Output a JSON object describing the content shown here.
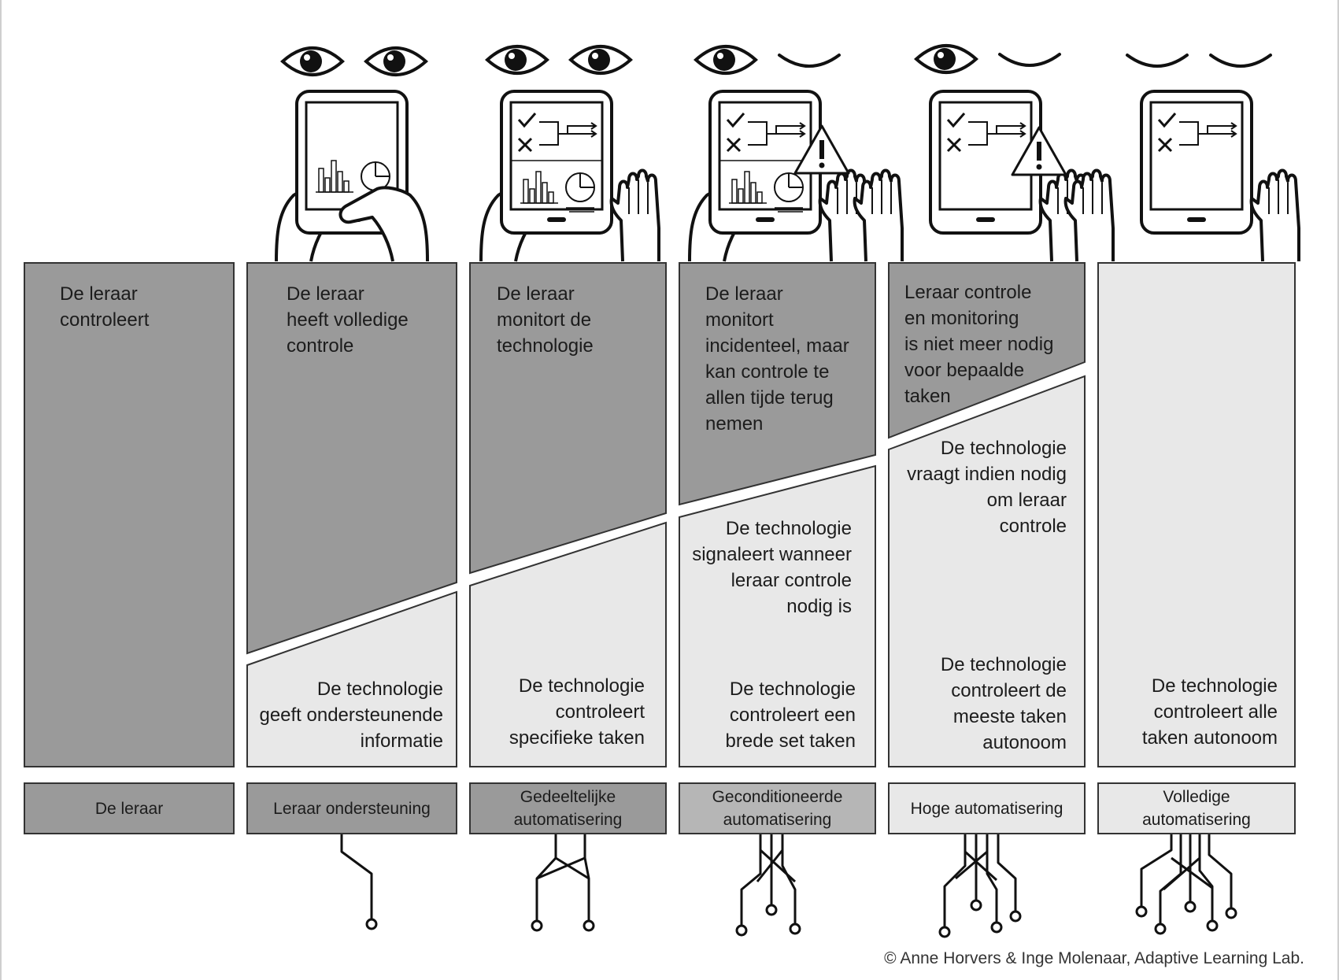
{
  "colors": {
    "dark": "#9a9a9a",
    "light": "#e8e8e8",
    "stroke": "#333333",
    "text": "#1c1c1c",
    "background": "#ffffff"
  },
  "columns": [
    {
      "teacher_text": "De leraar\ncontroleert",
      "tech_text": "",
      "tech_text_mid": "",
      "label": "De leraar",
      "eyes": [],
      "hands": [],
      "circuit_leads": 0
    },
    {
      "teacher_text": "De leraar\nheeft volledige\ncontrole",
      "tech_text": "De technologie\ngeeft ondersteunende\ninformatie",
      "tech_text_mid": "",
      "label": "Leraar ondersteuning",
      "eyes": [
        "open",
        "open"
      ],
      "hands": [
        "holding",
        "holding"
      ],
      "circuit_leads": 1
    },
    {
      "teacher_text": "De leraar\nmonitort de\ntechnologie",
      "tech_text": "De technologie\ncontroleert\nspecifieke taken",
      "tech_text_mid": "",
      "label": "Gedeeltelijke\nautomatisering",
      "eyes": [
        "open",
        "open"
      ],
      "hands": [
        "holding",
        "raised"
      ],
      "circuit_leads": 2
    },
    {
      "teacher_text": "De leraar\nmonitort\nincidenteel, maar\nkan controle te\nallen tijde terug\nnemen",
      "tech_text": "De technologie\ncontroleert een\nbrede set taken",
      "tech_text_mid": "De technologie\nsignaleert wanneer\nleraar controle\nnodig is",
      "label": "Geconditioneerde\nautomatisering",
      "eyes": [
        "open",
        "closed"
      ],
      "hands": [
        "holding",
        "raised"
      ],
      "circuit_leads": 3
    },
    {
      "teacher_text": "Leraar controle\nen monitoring\nis niet meer nodig\nvoor bepaalde\ntaken",
      "tech_text": "De technologie\ncontroleert de\nmeeste taken\nautonoom",
      "tech_text_mid": "De technologie\nvraagt indien nodig\nom leraar\ncontrole",
      "label": "Hoge automatisering",
      "eyes": [
        "open",
        "closed"
      ],
      "hands": [
        "raised",
        "raised"
      ],
      "circuit_leads": 4
    },
    {
      "teacher_text": "",
      "tech_text": "De technologie\ncontroleert alle\ntaken autonoom",
      "tech_text_mid": "",
      "label": "Volledige\nautomatisering",
      "eyes": [
        "closed",
        "closed"
      ],
      "hands": [
        "raised",
        "raised"
      ],
      "circuit_leads": 5
    }
  ],
  "copyright": "© Anne Horvers & Inge Molenaar, Adaptive Learning Lab."
}
